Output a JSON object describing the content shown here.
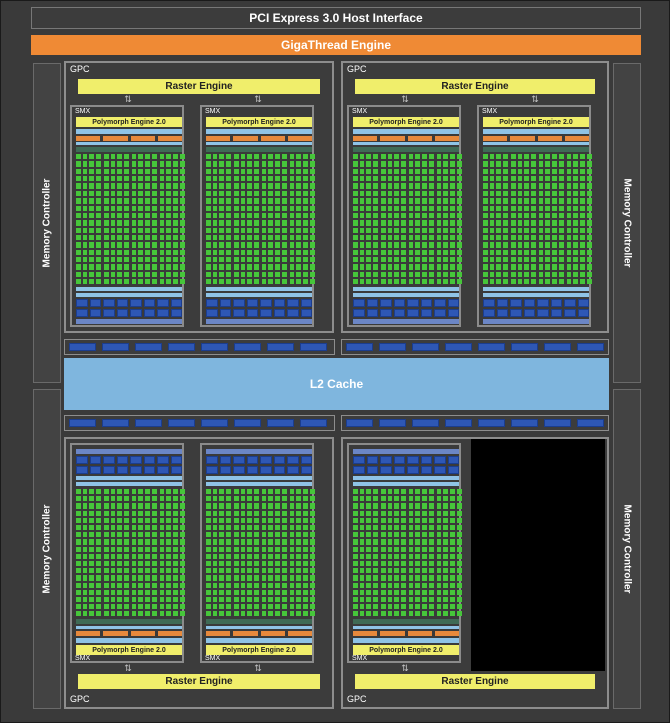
{
  "pci_interface": "PCI Express 3.0 Host Interface",
  "gigathread_engine": "GigaThread Engine",
  "l2_cache": "L2 Cache",
  "memory_controller": "Memory Controller",
  "gpc_label": "GPC",
  "raster_engine": "Raster Engine",
  "smx_label": "SMX",
  "polymorph_engine": "Polymorph Engine 2.0",
  "colors": {
    "core_green": "#46c63a",
    "ldst_blue": "#2e57b5",
    "cache_light_blue": "#8fc3e6",
    "raster_yellow": "#f0ee6b",
    "gigathread_orange": "#ef8a35"
  }
}
